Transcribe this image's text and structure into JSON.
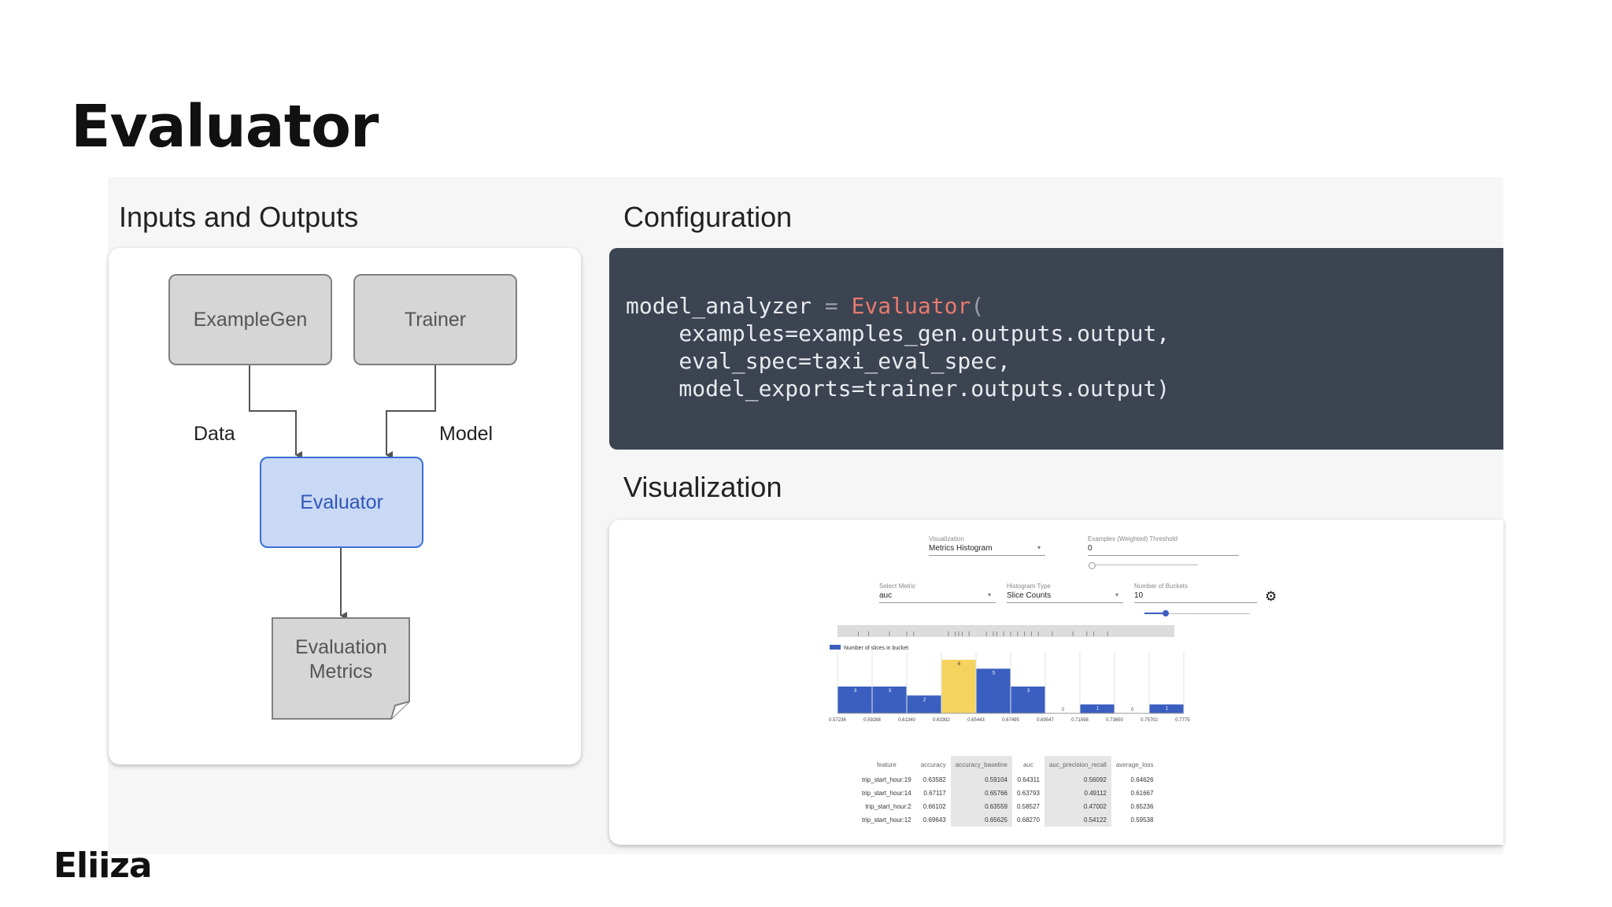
{
  "slide": {
    "title": "Evaluator",
    "brand": "Eliiza"
  },
  "inputs_outputs": {
    "title": "Inputs and Outputs",
    "nodes": {
      "example_gen": "ExampleGen",
      "trainer": "Trainer",
      "evaluator": "Evaluator",
      "evaluation_metrics": "Evaluation Metrics"
    },
    "edge_labels": {
      "data": "Data",
      "model": "Model"
    }
  },
  "configuration": {
    "title": "Configuration",
    "code": {
      "line1_var": "model_analyzer",
      "line1_op": " = ",
      "line1_class": "Evaluator",
      "line1_paren": "(",
      "line2": "    examples=examples_gen.outputs.output,",
      "line3": "    eval_spec=taxi_eval_spec,",
      "line4": "    model_exports=trainer.outputs.output)"
    }
  },
  "visualization": {
    "title": "Visualization",
    "controls": {
      "visualization_label": "Visualization",
      "visualization_value": "Metrics Histogram",
      "threshold_label": "Examples (Weighted) Threshold",
      "threshold_value": "0",
      "metric_label": "Select Metric",
      "metric_value": "auc",
      "histogram_type_label": "Histogram Type",
      "histogram_type_value": "Slice Counts",
      "buckets_label": "Number of Buckets",
      "buckets_value": "10",
      "buckets_slider_fraction": 0.2
    },
    "settings_icon": "gear-icon",
    "legend": "Number of slices in bucket",
    "colors": {
      "bar": "#3b5fc0",
      "highlight": "#f5d35e"
    },
    "table": {
      "headers": [
        "feature",
        "accuracy",
        "accuracy_baseline",
        "auc",
        "auc_precision_recall",
        "average_loss"
      ],
      "rows": [
        [
          "trip_start_hour:19",
          "0.63582",
          "0.59104",
          "0.64311",
          "0.56092",
          "0.64626"
        ],
        [
          "trip_start_hour:14",
          "0.67117",
          "0.65766",
          "0.63793",
          "0.49112",
          "0.61667"
        ],
        [
          "trip_start_hour:2",
          "0.66102",
          "0.63559",
          "0.58527",
          "0.47002",
          "0.65236"
        ],
        [
          "trip_start_hour:12",
          "0.69643",
          "0.65625",
          "0.68270",
          "0.54122",
          "0.59538"
        ]
      ]
    }
  },
  "chart_data": {
    "type": "bar",
    "title": "",
    "legend": [
      "Number of slices in bucket"
    ],
    "categories": [
      "0.57236",
      "0.59288",
      "0.61340",
      "0.63392",
      "0.65443",
      "0.67495",
      "0.69547",
      "0.71598",
      "0.73650",
      "0.75702",
      "0.77754"
    ],
    "values": [
      3,
      3,
      2,
      6,
      5,
      3,
      0,
      1,
      0,
      1
    ],
    "highlighted_index": 3,
    "ylim": [
      0,
      6
    ]
  }
}
